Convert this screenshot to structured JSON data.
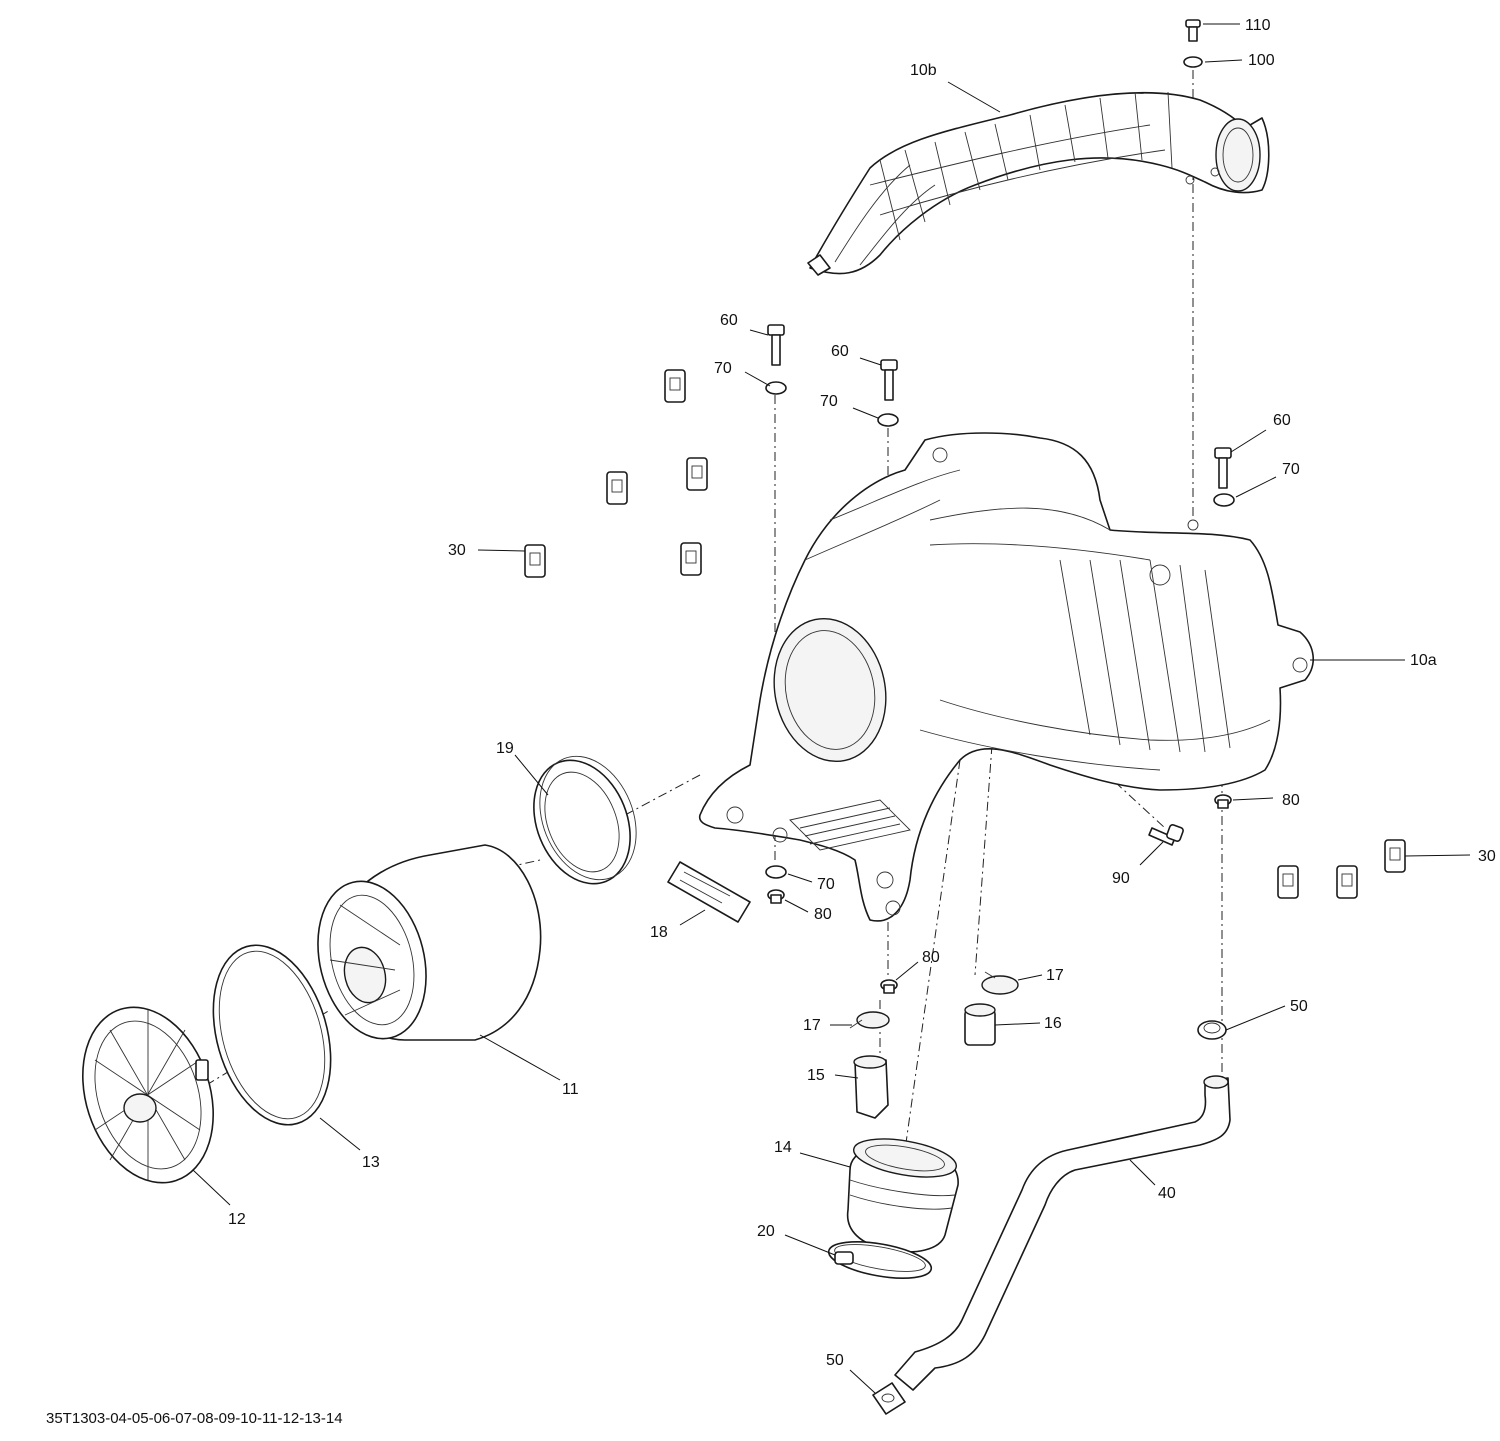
{
  "diagram": {
    "code": "35T1303-04-05-06-07-08-09-10-11-12-13-14",
    "callouts": {
      "p110": "110",
      "p100": "100",
      "p10b": "10b",
      "p60a": "60",
      "p70a": "70",
      "p60b": "60",
      "p70b": "70",
      "p60c": "60",
      "p70c": "70",
      "p30a": "30",
      "p10a": "10a",
      "p19": "19",
      "p80a": "80",
      "p90": "90",
      "p30b": "30",
      "p70d": "70",
      "p80b": "80",
      "p18": "18",
      "p80c": "80",
      "p17a": "17",
      "p17b": "17",
      "p16": "16",
      "p50a": "50",
      "p15": "15",
      "p11": "11",
      "p13": "13",
      "p12": "12",
      "p14": "14",
      "p40": "40",
      "p20": "20",
      "p50b": "50"
    }
  }
}
